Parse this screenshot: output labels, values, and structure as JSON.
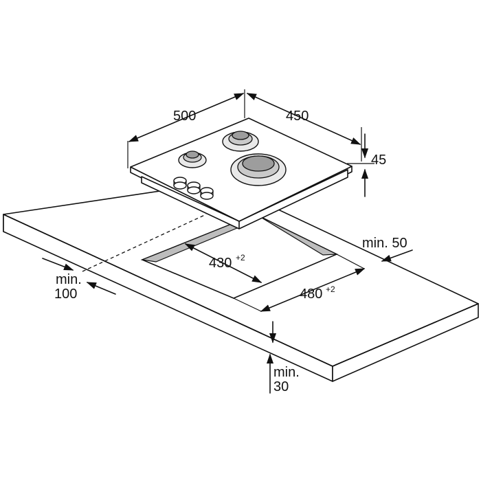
{
  "labels": {
    "width": "500",
    "depth": "450",
    "height": "45",
    "cutout_depth": "430",
    "cutout_depth_tol": "+2",
    "cutout_width": "480",
    "cutout_width_tol": "+2",
    "min_back_1": "min. 50",
    "min_front_1": "min.",
    "min_front_2": "100",
    "min_bottom_1": "min.",
    "min_bottom_2": "30"
  }
}
